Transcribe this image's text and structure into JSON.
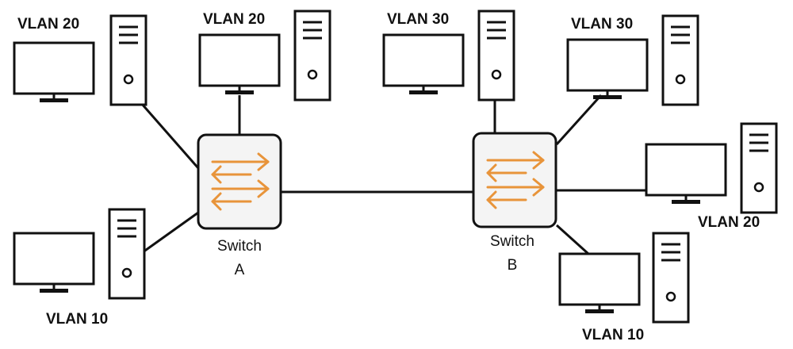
{
  "colors": {
    "line": "#111111",
    "switch_fill": "#f4f4f4",
    "arrow": "#e8943a",
    "background": "#ffffff"
  },
  "switches": {
    "a": {
      "line1": "Switch",
      "line2": "A"
    },
    "b": {
      "line1": "Switch",
      "line2": "B"
    }
  },
  "hosts": [
    {
      "vlan": "VLAN 20",
      "icons": [
        "monitor-icon",
        "tower-pc-icon"
      ]
    },
    {
      "vlan": "VLAN 20",
      "icons": [
        "monitor-icon",
        "tower-pc-icon"
      ]
    },
    {
      "vlan": "VLAN 30",
      "icons": [
        "monitor-icon",
        "tower-pc-icon"
      ]
    },
    {
      "vlan": "VLAN 30",
      "icons": [
        "monitor-icon",
        "tower-pc-icon"
      ]
    },
    {
      "vlan": "VLAN 20",
      "icons": [
        "monitor-icon",
        "tower-pc-icon"
      ]
    },
    {
      "vlan": "VLAN 10",
      "icons": [
        "monitor-icon",
        "tower-pc-icon"
      ]
    },
    {
      "vlan": "VLAN 10",
      "icons": [
        "monitor-icon",
        "tower-pc-icon"
      ]
    }
  ],
  "switch_icon": "bidirectional-arrows-icon"
}
